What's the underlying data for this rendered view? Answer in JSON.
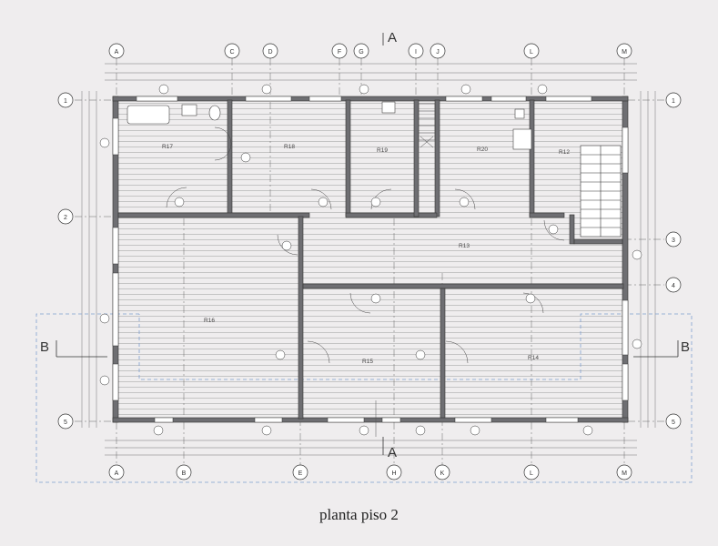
{
  "caption": "planta piso 2",
  "grid_axes_top": [
    "A",
    "C",
    "D",
    "F",
    "G",
    "I",
    "J",
    "L",
    "M"
  ],
  "grid_axes_bottom": [
    "A",
    "B",
    "E",
    "H",
    "K",
    "L",
    "M"
  ],
  "grid_rows_left": [
    "1",
    "2",
    "5"
  ],
  "grid_rows_right": [
    "1",
    "3",
    "4",
    "5"
  ],
  "section_cuts": {
    "vertical": "A",
    "horizontal": "B"
  },
  "rooms": [
    "R17",
    "R18",
    "R19",
    "R20",
    "R12",
    "R13",
    "R16",
    "R15",
    "R14"
  ],
  "colors": {
    "background": "#efedee",
    "wall": "#6e6e72",
    "line": "#333333",
    "dash": "#7f9fd0"
  }
}
